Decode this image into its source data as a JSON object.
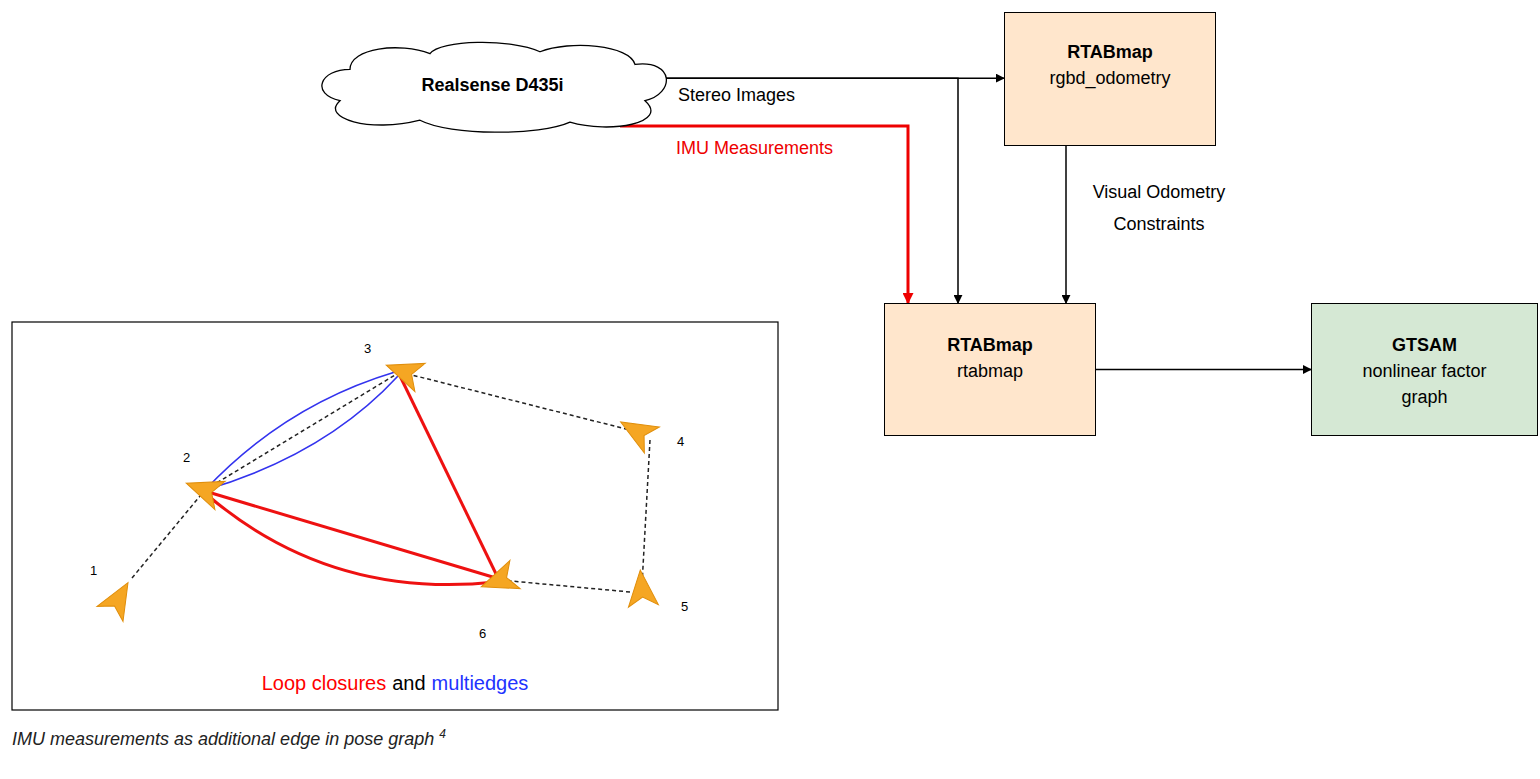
{
  "diagram": {
    "caption": "IMU measurements as additional edge in pose graph",
    "nodes": [
      {
        "text": [
          "Realsense D435i"
        ]
      },
      {
        "text": [
          "RTABmap",
          "rgbd_odometry"
        ]
      },
      {
        "text": [
          "RTABmap",
          "rtabmap"
        ]
      },
      {
        "text": [
          "GTSAM",
          "nonlinear factor graph"
        ]
      }
    ],
    "edges": [
      {
        "from": 0,
        "to": 1,
        "label": "Stereo Images",
        "arrow": "to"
      },
      {
        "from": 0,
        "to": 2,
        "arrow": "to"
      },
      {
        "from": 0,
        "to": 2,
        "label": "IMU Measurements",
        "arrow": "to"
      },
      {
        "from": 1,
        "to": 2,
        "label": "Visual Odometry Constraints",
        "arrow": "to"
      },
      {
        "from": 2,
        "to": 3,
        "arrow": "to"
      }
    ],
    "labels": [
      "1",
      "2",
      "3",
      "4",
      "5",
      "6",
      "Loop closures",
      "and",
      "multiedges",
      "4"
    ]
  }
}
